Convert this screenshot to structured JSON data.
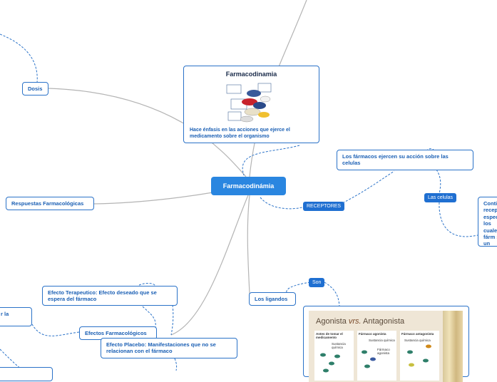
{
  "center": {
    "label": "Farmacodinámia"
  },
  "card": {
    "title": "Farmacodinamia",
    "text": "Hace énfasis en las acciones que ejerce el medicamento sobre el organismo"
  },
  "nodes": {
    "dosis": "Dosis",
    "respuestas": "Respuestas Farmacológicas",
    "farmacos": "Los fármacos ejercen su acción sobre las celulas",
    "contiene": "Conti recep espec a los cuale fárm se un",
    "terapeutico": "Efecto Terapeutico: Efecto deseado que se espera del fármaco",
    "efectos": "Efectos Farmacológicos",
    "placebo": "Efecto Placebo: Manifestaciones que no se relacionan  con el fármaco",
    "ligandos": "Los ligandos",
    "left_partial": "r la"
  },
  "pills": {
    "receptores": "RECEPTORES",
    "celulas": "Las celulas",
    "son": "Son"
  },
  "agonista": {
    "title_a": "Agonista ",
    "title_vs": "vrs.",
    "title_b": " Antagonista",
    "panel1": "Antes de tomar el medicamento",
    "panel2": "Fármaco agonista",
    "panel3": "Fármaco antagonista",
    "label_sust": "Sustancia química",
    "label_farm": "Fármaco agonista"
  },
  "colors": {
    "accent": "#2a86e0",
    "border": "#2a72c8",
    "text": "#1a5fb4",
    "line": "#b0b0b0"
  }
}
